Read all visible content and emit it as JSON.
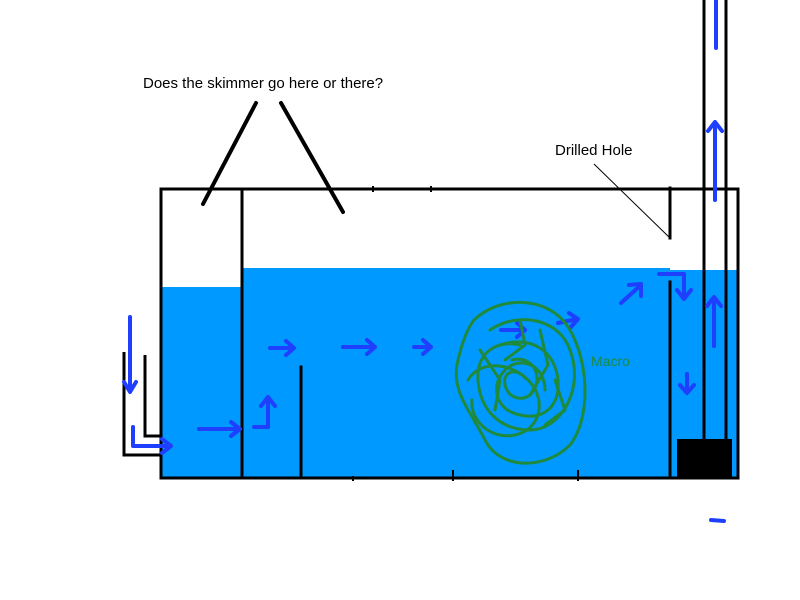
{
  "labels": {
    "question": "Does the skimmer go here or there?",
    "drilled_hole": "Drilled Hole",
    "macro": "Macro"
  },
  "colors": {
    "water": "#0099ff",
    "outline": "#000000",
    "flow_arrow": "#1f3fff",
    "macro_scribble": "#1f8a3c",
    "pump": "#000000"
  },
  "icons": {
    "flow": "arrow-icon",
    "pump": "pump-icon",
    "macro": "scribble-icon"
  }
}
